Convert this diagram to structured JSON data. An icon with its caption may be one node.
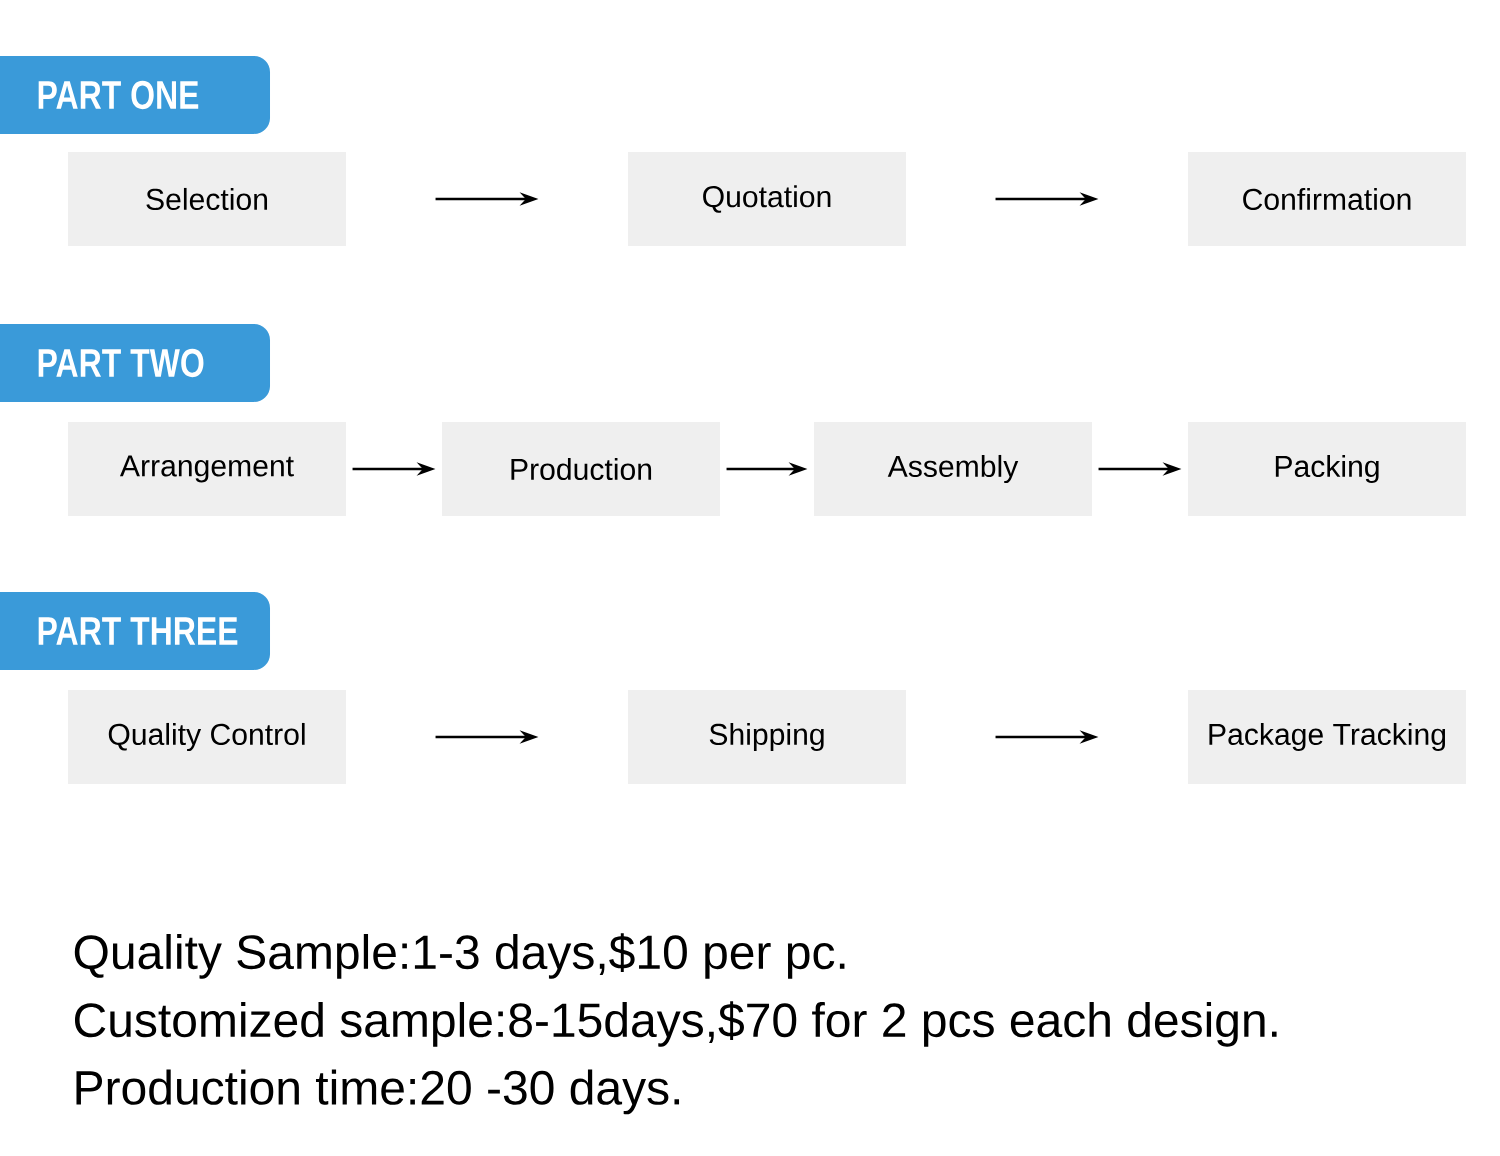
{
  "diagram": {
    "nodes": [
      {
        "text": [
          "PART ONE"
        ]
      },
      {
        "text": [
          "Selection"
        ]
      },
      {
        "text": [
          "Quotation"
        ]
      },
      {
        "text": [
          "Confirmation"
        ]
      },
      {
        "text": [
          "PART TWO"
        ]
      },
      {
        "text": [
          "Arrangement"
        ]
      },
      {
        "text": [
          "Production"
        ]
      },
      {
        "text": [
          "Assembly"
        ]
      },
      {
        "text": [
          "Packing"
        ]
      },
      {
        "text": [
          "PART THREE"
        ]
      },
      {
        "text": [
          "Quality Control"
        ]
      },
      {
        "text": [
          "Shipping"
        ]
      },
      {
        "text": [
          "Package Tracking"
        ]
      }
    ],
    "edges": [
      {
        "from": 1,
        "to": 2,
        "arrow": "to"
      },
      {
        "from": 2,
        "to": 3,
        "arrow": "to"
      },
      {
        "from": 5,
        "to": 6,
        "arrow": "to"
      },
      {
        "from": 6,
        "to": 7,
        "arrow": "to"
      },
      {
        "from": 7,
        "to": 8,
        "arrow": "to"
      },
      {
        "from": 10,
        "to": 11,
        "arrow": "to"
      },
      {
        "from": 11,
        "to": 12,
        "arrow": "to"
      }
    ],
    "labels": [
      "Quality Sample:1-3 days,$10 per pc.",
      "Customized sample:8-15days,$70 for 2 pcs each design.",
      "Production time:20 -30 days."
    ]
  }
}
